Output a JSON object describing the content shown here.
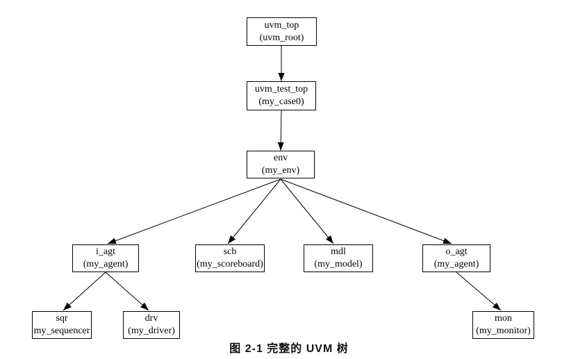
{
  "diagram": {
    "background_color": "#ffffff",
    "line_color": "#000000",
    "box_border_color": "#000000",
    "nodes": {
      "uvm_top": {
        "line1": "uvm_top",
        "line2": "(uvm_root)"
      },
      "uvm_test_top": {
        "line1": "uvm_test_top",
        "line2": "(my_case0)"
      },
      "env": {
        "line1": "env",
        "line2": "(my_env)"
      },
      "i_agt": {
        "line1": "i_agt",
        "line2": "(my_agent)"
      },
      "scb": {
        "line1": "scb",
        "line2": "(my_scoreboard)"
      },
      "mdl": {
        "line1": "mdl",
        "line2": "(my_model)"
      },
      "o_agt": {
        "line1": "o_agt",
        "line2": "(my_agent)"
      },
      "sqr": {
        "line1": "sqr",
        "line2": "my_sequencer"
      },
      "drv": {
        "line1": "drv",
        "line2": "(my_driver)"
      },
      "mon": {
        "line1": "mon",
        "line2": "(my_monitor)"
      }
    },
    "edges": [
      {
        "from": "uvm_top",
        "to": "uvm_test_top"
      },
      {
        "from": "uvm_test_top",
        "to": "env"
      },
      {
        "from": "env",
        "to": "i_agt"
      },
      {
        "from": "env",
        "to": "scb"
      },
      {
        "from": "env",
        "to": "mdl"
      },
      {
        "from": "env",
        "to": "o_agt"
      },
      {
        "from": "i_agt",
        "to": "sqr"
      },
      {
        "from": "i_agt",
        "to": "drv"
      },
      {
        "from": "o_agt",
        "to": "mon"
      }
    ],
    "caption": "图 2-1 完整的 UVM 树"
  }
}
